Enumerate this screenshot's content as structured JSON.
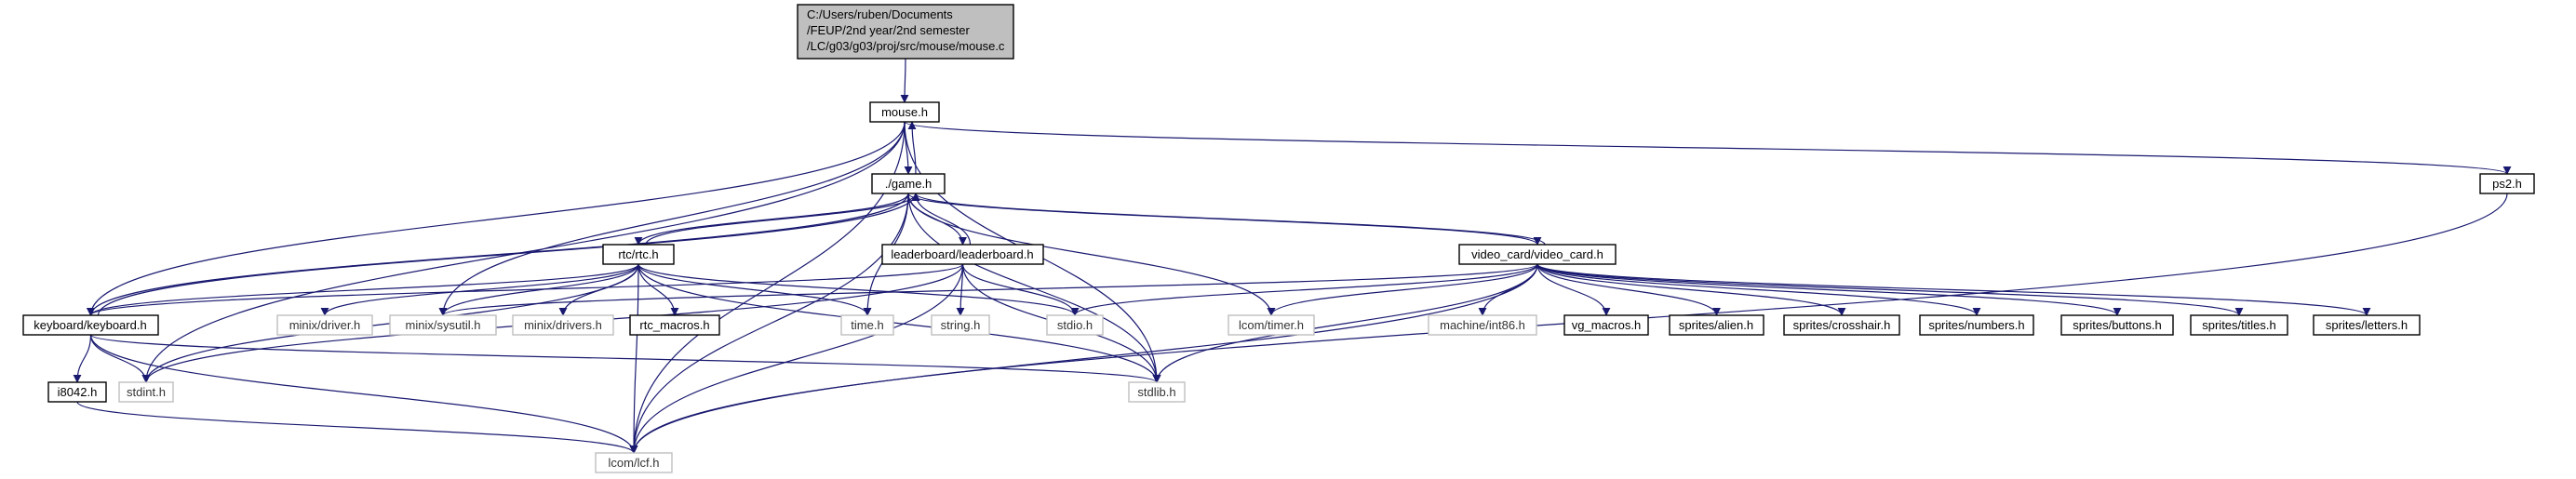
{
  "diagram": {
    "root": {
      "lines": [
        "C:/Users/ruben/Documents",
        "/FEUP/2nd year/2nd semester",
        "/LC/g03/g03/proj/src/mouse/mouse.c"
      ],
      "fill": "#bfbfbf"
    },
    "nodes": [
      {
        "id": "mouse_h",
        "label": "mouse.h"
      },
      {
        "id": "game_h",
        "label": "./game.h"
      },
      {
        "id": "ps2_h",
        "label": "ps2.h"
      },
      {
        "id": "rtc_h",
        "label": "rtc/rtc.h"
      },
      {
        "id": "leaderboard_h",
        "label": "leaderboard/leaderboard.h"
      },
      {
        "id": "video_card_h",
        "label": "video_card/video_card.h"
      },
      {
        "id": "keyboard_h",
        "label": "keyboard/keyboard.h"
      },
      {
        "id": "minix_driver_h",
        "label": "minix/driver.h",
        "external": true
      },
      {
        "id": "minix_sysutil_h",
        "label": "minix/sysutil.h",
        "external": true
      },
      {
        "id": "minix_drivers_h",
        "label": "minix/drivers.h",
        "external": true
      },
      {
        "id": "rtc_macros_h",
        "label": "rtc_macros.h"
      },
      {
        "id": "time_h",
        "label": "time.h",
        "external": true
      },
      {
        "id": "string_h",
        "label": "string.h",
        "external": true
      },
      {
        "id": "stdio_h",
        "label": "stdio.h",
        "external": true
      },
      {
        "id": "lcom_timer_h",
        "label": "lcom/timer.h",
        "external": true
      },
      {
        "id": "machine_int86_h",
        "label": "machine/int86.h",
        "external": true
      },
      {
        "id": "vg_macros_h",
        "label": "vg_macros.h"
      },
      {
        "id": "sprites_alien_h",
        "label": "sprites/alien.h"
      },
      {
        "id": "sprites_crosshair_h",
        "label": "sprites/crosshair.h"
      },
      {
        "id": "sprites_numbers_h",
        "label": "sprites/numbers.h"
      },
      {
        "id": "sprites_buttons_h",
        "label": "sprites/buttons.h"
      },
      {
        "id": "sprites_titles_h",
        "label": "sprites/titles.h"
      },
      {
        "id": "sprites_letters_h",
        "label": "sprites/letters.h"
      },
      {
        "id": "i8042_h",
        "label": "i8042.h"
      },
      {
        "id": "stdint_h",
        "label": "stdint.h",
        "external": true
      },
      {
        "id": "stdlib_h",
        "label": "stdlib.h",
        "external": true
      },
      {
        "id": "lcom_lcf_h",
        "label": "lcom/lcf.h",
        "external": true
      }
    ],
    "edges": [
      [
        "root",
        "mouse_h"
      ],
      [
        "mouse_h",
        "game_h"
      ],
      [
        "game_h",
        "mouse_h"
      ],
      [
        "mouse_h",
        "ps2_h"
      ],
      [
        "mouse_h",
        "keyboard_h"
      ],
      [
        "mouse_h",
        "stdint_h"
      ],
      [
        "mouse_h",
        "minix_sysutil_h"
      ],
      [
        "mouse_h",
        "stdlib_h"
      ],
      [
        "mouse_h",
        "lcom_lcf_h"
      ],
      [
        "ps2_h",
        "lcom_lcf_h"
      ],
      [
        "game_h",
        "rtc_h"
      ],
      [
        "rtc_h",
        "game_h"
      ],
      [
        "game_h",
        "leaderboard_h"
      ],
      [
        "leaderboard_h",
        "game_h"
      ],
      [
        "game_h",
        "video_card_h"
      ],
      [
        "video_card_h",
        "game_h"
      ],
      [
        "game_h",
        "keyboard_h"
      ],
      [
        "keyboard_h",
        "game_h"
      ],
      [
        "game_h",
        "time_h"
      ],
      [
        "game_h",
        "lcom_timer_h"
      ],
      [
        "game_h",
        "stdlib_h"
      ],
      [
        "game_h",
        "lcom_lcf_h"
      ],
      [
        "rtc_h",
        "keyboard_h"
      ],
      [
        "rtc_h",
        "minix_driver_h"
      ],
      [
        "rtc_h",
        "minix_sysutil_h"
      ],
      [
        "rtc_h",
        "minix_drivers_h"
      ],
      [
        "rtc_h",
        "rtc_macros_h"
      ],
      [
        "rtc_h",
        "time_h"
      ],
      [
        "rtc_h",
        "stdio_h"
      ],
      [
        "rtc_h",
        "stdlib_h"
      ],
      [
        "rtc_h",
        "stdint_h"
      ],
      [
        "rtc_h",
        "lcom_lcf_h"
      ],
      [
        "leaderboard_h",
        "keyboard_h"
      ],
      [
        "leaderboard_h",
        "string_h"
      ],
      [
        "leaderboard_h",
        "stdio_h"
      ],
      [
        "leaderboard_h",
        "stdlib_h"
      ],
      [
        "leaderboard_h",
        "stdint_h"
      ],
      [
        "leaderboard_h",
        "lcom_lcf_h"
      ],
      [
        "video_card_h",
        "minix_sysutil_h"
      ],
      [
        "video_card_h",
        "stdio_h"
      ],
      [
        "video_card_h",
        "lcom_timer_h"
      ],
      [
        "video_card_h",
        "machine_int86_h"
      ],
      [
        "video_card_h",
        "vg_macros_h"
      ],
      [
        "video_card_h",
        "sprites_alien_h"
      ],
      [
        "video_card_h",
        "sprites_crosshair_h"
      ],
      [
        "video_card_h",
        "sprites_numbers_h"
      ],
      [
        "video_card_h",
        "sprites_buttons_h"
      ],
      [
        "video_card_h",
        "sprites_titles_h"
      ],
      [
        "video_card_h",
        "sprites_letters_h"
      ],
      [
        "video_card_h",
        "stdlib_h"
      ],
      [
        "video_card_h",
        "lcom_lcf_h"
      ],
      [
        "keyboard_h",
        "i8042_h"
      ],
      [
        "keyboard_h",
        "stdint_h"
      ],
      [
        "keyboard_h",
        "stdlib_h"
      ],
      [
        "keyboard_h",
        "lcom_lcf_h"
      ],
      [
        "i8042_h",
        "lcom_lcf_h"
      ]
    ],
    "colors": {
      "edge": "#191970",
      "node_border": "#000000",
      "external_border": "#bfbfbf",
      "root_fill": "#bfbfbf",
      "background": "#ffffff"
    }
  }
}
